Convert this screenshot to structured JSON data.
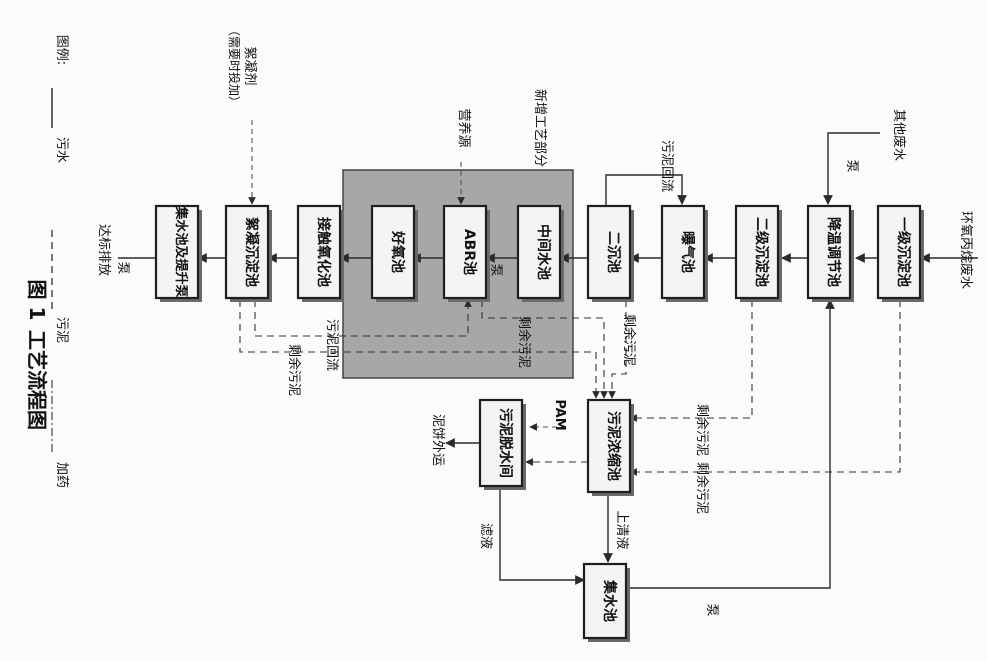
{
  "figure": {
    "number": "图 1",
    "title": "工艺流程图"
  },
  "legend": {
    "label": "图例:",
    "items": [
      {
        "text": "污水",
        "style": "solid"
      },
      {
        "text": "污泥",
        "style": "dashed"
      },
      {
        "text": "加药",
        "style": "dash-dot"
      }
    ]
  },
  "units": {
    "primary_clarifier": "一级沉淀池",
    "cooling_tank": "降温调节池",
    "secondary_clarifier": "二级沉淀池",
    "aeration_tank": "曝气池",
    "final_clarifier": "二沉池",
    "intermediate_tank": "中间水池",
    "abr_tank": "ABR池",
    "aerobic_tank": "好氧池",
    "contact_oxidation": "接触氧化池",
    "coag_settling": "絮凝沉淀池",
    "collection_lift": "集水池及提升泵",
    "sludge_thickener": "污泥浓缩池",
    "sludge_dewatering": "污泥脱水间",
    "collection_tank": "集水池"
  },
  "labels": {
    "influent": "环氧丙烷废水",
    "other_wastewater": "其他废水",
    "pump": "泵",
    "sludge_return": "污泥回流",
    "new_section": "新增工艺部分",
    "nutrient": "营养源",
    "flocculant": "絮凝剂",
    "flocculant_note": "（需要时投加）",
    "discharge": "达标排放",
    "excess_sludge": "剩余污泥",
    "pam": "PAM",
    "cake_out": "泥饼外运",
    "supernatant": "上清液",
    "filtrate": "滤液"
  }
}
